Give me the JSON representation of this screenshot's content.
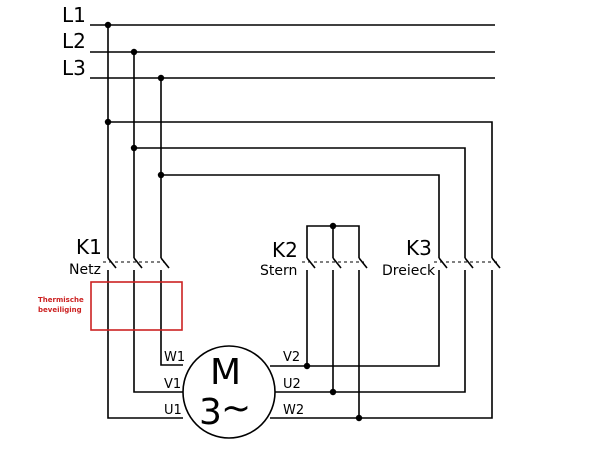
{
  "lines": {
    "l1": "L1",
    "l2": "L2",
    "l3": "L3"
  },
  "contactors": {
    "k1": {
      "id": "K1",
      "name": "Netz"
    },
    "k2": {
      "id": "K2",
      "name": "Stern"
    },
    "k3": {
      "id": "K3",
      "name": "Dreieck"
    }
  },
  "thermal": {
    "line1": "Thermische",
    "line2": "beveiliging",
    "color": "#cc2222"
  },
  "motor": {
    "symbol": "M",
    "phase": "3",
    "tilde": "~"
  },
  "terminals": {
    "w1": "W1",
    "v1": "V1",
    "u1": "U1",
    "v2": "V2",
    "u2": "U2",
    "w2": "W2"
  }
}
